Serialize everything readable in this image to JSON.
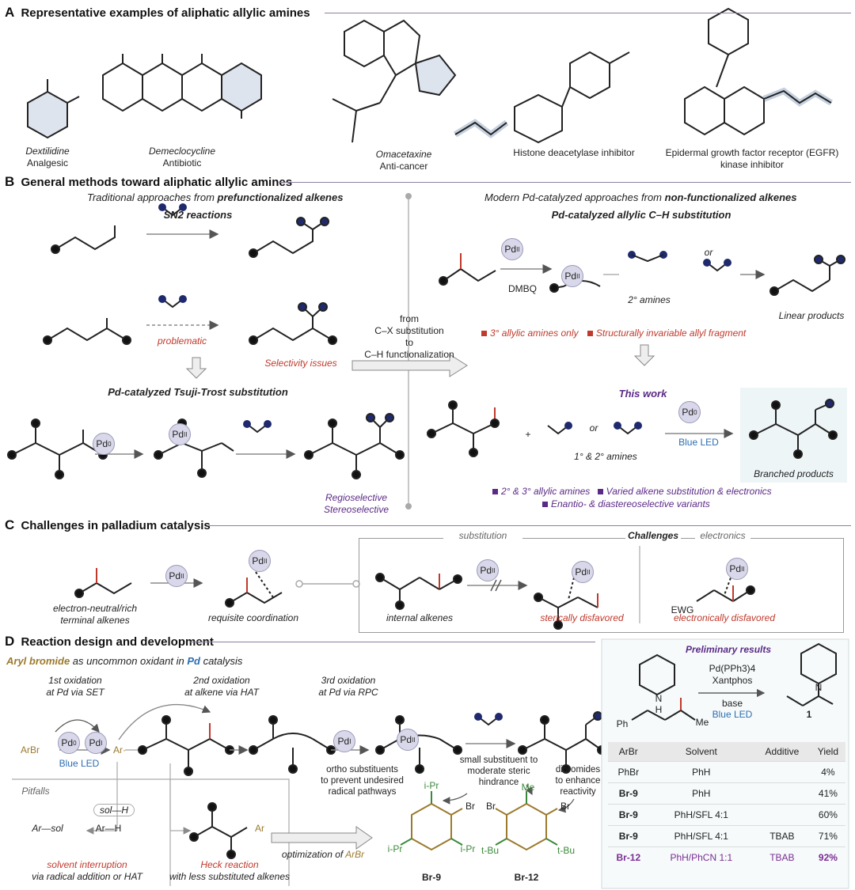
{
  "sectionA": {
    "letter": "A",
    "title": "Representative examples of aliphatic allylic amines",
    "compounds": [
      {
        "name": "Dextilidine",
        "role": "Analgesic"
      },
      {
        "name": "Demeclocycline",
        "role": "Antibiotic"
      },
      {
        "name": "Omacetaxine",
        "role": "Anti-cancer"
      },
      {
        "name": "Histone deacetylase inhibitor",
        "role": ""
      },
      {
        "name": "Epidermal growth factor receptor (EGFR)",
        "role": "kinase inhibitor"
      }
    ]
  },
  "sectionB": {
    "letter": "B",
    "title": "General methods toward aliphatic allylic amines",
    "left_header_pre": "Traditional approaches from ",
    "left_header_bold": "prefunctionalized alkenes",
    "sn2": "SN2 reactions",
    "problematic": "problematic",
    "selectivity": "Selectivity issues",
    "tsuji": "Pd-catalyzed Tsuji-Trost substitution",
    "regio": "Regioselective",
    "stereo": "Stereoselective",
    "center_line1": "from",
    "center_line2": "C–X substitution",
    "center_line3": "to",
    "center_line4": "C–H functionalization",
    "right_header_pre": "Modern Pd-catalyzed approaches from ",
    "right_header_bold": "non-functionalized alkenes",
    "ch_sub": "Pd-catalyzed allylic C–H substitution",
    "dmbq": "DMBQ",
    "or": "or",
    "amines2": "2° amines",
    "linear": "Linear products",
    "limit1": "3° allylic amines only",
    "limit2": "Structurally invariable allyl fragment",
    "this_work": "This work",
    "amines12": "1° & 2° amines",
    "blue_led": "Blue LED",
    "branched": "Branched products",
    "adv1": "2° & 3° allylic amines",
    "adv2": "Varied alkene substitution & electronics",
    "adv3": "Enantio- & diastereoselective variants"
  },
  "sectionC": {
    "letter": "C",
    "title": "Challenges in palladium catalysis",
    "terminal": "electron-neutral/rich",
    "terminal2": "terminal alkenes",
    "requisite": "requisite coordination",
    "challenges": "Challenges",
    "substitution": "substitution",
    "electronics": "electronics",
    "internal": "internal alkenes",
    "steric": "sterically disfavored",
    "electronic": "electronically disfavored",
    "ewg": "EWG"
  },
  "sectionD": {
    "letter": "D",
    "title": "Reaction design and development",
    "subtitle_a": "Aryl bromide",
    "subtitle_b": " as uncommon oxidant in ",
    "subtitle_c": "Pd",
    "subtitle_d": " catalysis",
    "ox1a": "1st oxidation",
    "ox1b": "at Pd via SET",
    "ox2a": "2nd oxidation",
    "ox2b": "at alkene via HAT",
    "ox3a": "3rd oxidation",
    "ox3b": "at Pd via RPC",
    "arbr": "ArBr",
    "ar": "Ar·",
    "blue_led": "Blue LED",
    "pitfalls": "Pitfalls",
    "sol_h": "sol—H",
    "ar_sol": "Ar—sol",
    "ar_h": "Ar—H",
    "solv_int": "solvent interruption",
    "solv_int2": "via radical addition or HAT",
    "heck": "Heck reaction",
    "heck2": "with less substituted alkenes",
    "optimization_a": "optimization of ",
    "optimization_b": "ArBr",
    "ortho1": "ortho substituents",
    "ortho2": "to prevent undesired",
    "ortho3": "radical pathways",
    "small1": "small substituent to",
    "small2": "moderate steric",
    "small3": "hindrance",
    "dibro1": "dibromides",
    "dibro2": "to enhance",
    "dibro3": "reactivity",
    "br9": "Br-9",
    "br12": "Br-12",
    "prelim": "Preliminary results",
    "cond1": "Pd(PPh3)4",
    "cond2": "Xantphos",
    "cond3": "base",
    "cond4": "Blue LED",
    "product": "1",
    "table": {
      "headers": [
        "ArBr",
        "Solvent",
        "Additive",
        "Yield"
      ],
      "rows": [
        [
          "PhBr",
          "PhH",
          "",
          "4%"
        ],
        [
          "Br-9",
          "PhH",
          "",
          "41%"
        ],
        [
          "Br-9",
          "PhH/SFL 4:1",
          "",
          "60%"
        ],
        [
          "Br-9",
          "PhH/SFL 4:1",
          "TBAB",
          "71%"
        ],
        [
          "Br-12",
          "PhH/PhCN 1:1",
          "TBAB",
          "92%"
        ]
      ]
    }
  },
  "colors": {
    "amine_dot": "#1f2a6e",
    "pd_fill": "#d9d8ea",
    "red": "#c0392b",
    "purple": "#5b2a86",
    "blue": "#2d6db0",
    "olive": "#9c7a2e",
    "green": "#3a8a3a"
  }
}
